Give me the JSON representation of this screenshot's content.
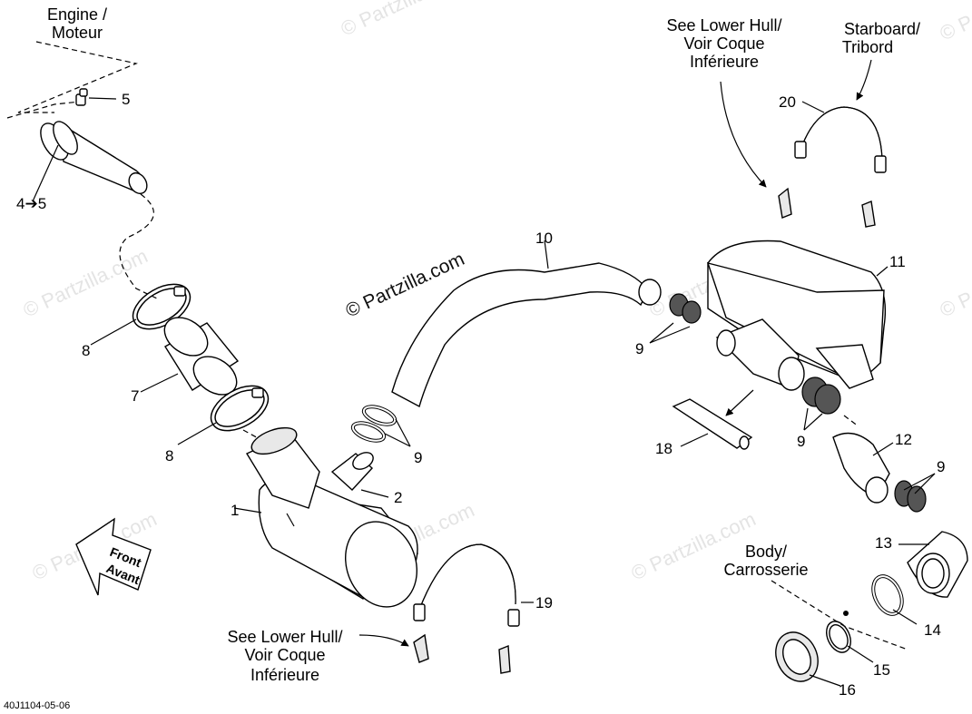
{
  "watermark": "© Partzilla.com",
  "diagram_code": "40J1104-05-06",
  "notes": {
    "engine": [
      "Engine /",
      "Moteur"
    ],
    "see_lower_hull_top": [
      "See Lower Hull/",
      "Voir Coque",
      "Inférieure"
    ],
    "starboard": [
      "Starboard/",
      "Tribord"
    ],
    "see_lower_hull_bottom": [
      "See Lower Hull/",
      "Voir Coque",
      "Inférieure"
    ],
    "body": [
      "Body/",
      "Carrosserie"
    ],
    "front": [
      "Front",
      "Avant"
    ]
  },
  "callouts": {
    "c1": "1",
    "c2": "2",
    "c4_5": "4➔5",
    "c5": "5",
    "c7": "7",
    "c8a": "8",
    "c8b": "8",
    "c9a": "9",
    "c9b": "9",
    "c9c": "9",
    "c9d": "9",
    "c10": "10",
    "c11": "11",
    "c12": "12",
    "c13": "13",
    "c14": "14",
    "c15": "15",
    "c16": "16",
    "c18": "18",
    "c19": "19",
    "c20": "20"
  }
}
